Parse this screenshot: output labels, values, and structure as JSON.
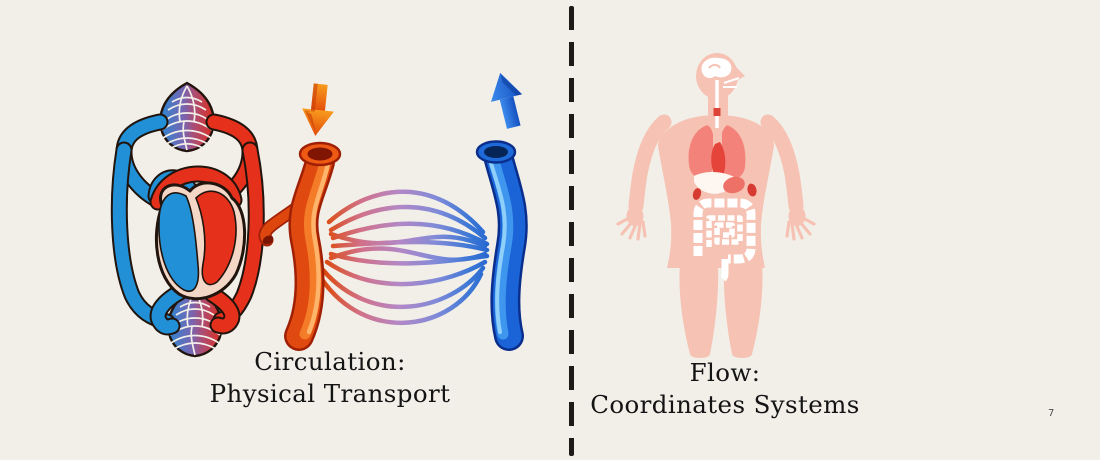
{
  "slide": {
    "background_color": "#F2EFE9",
    "divider_color": "#1C1B17",
    "page_number": "7"
  },
  "captions": {
    "left": {
      "line1": "Circulation:",
      "line2": "Physical Transport"
    },
    "right": {
      "line1": "Flow:",
      "line2": "Coordinates Systems"
    }
  },
  "illustrations": {
    "circulation_loop": {
      "description": "double circulation loop with heart and two capillary meshes",
      "colors": {
        "oxygenated_red": "#E5301C",
        "deoxygenated_blue": "#2190D6",
        "heart_rim_pink": "#F5D7C8",
        "outline": "#20140C"
      }
    },
    "vessels": {
      "description": "artery branching into capillaries merging into vein",
      "down_arrow_icon": "orange-down-arrow",
      "up_arrow_icon": "blue-up-arrow",
      "colors": {
        "artery_orange": "#E0490F",
        "capillary_purple": "#B388C6",
        "vein_blue": "#1B64D8"
      }
    },
    "body": {
      "description": "human body silhouette with internal organs",
      "colors": {
        "skin": "#F6C2B3",
        "lungs": "#F3837A",
        "heart_red": "#E5443A",
        "kidney_red": "#D63A30",
        "digestive_white": "#FFFFFF"
      }
    }
  }
}
